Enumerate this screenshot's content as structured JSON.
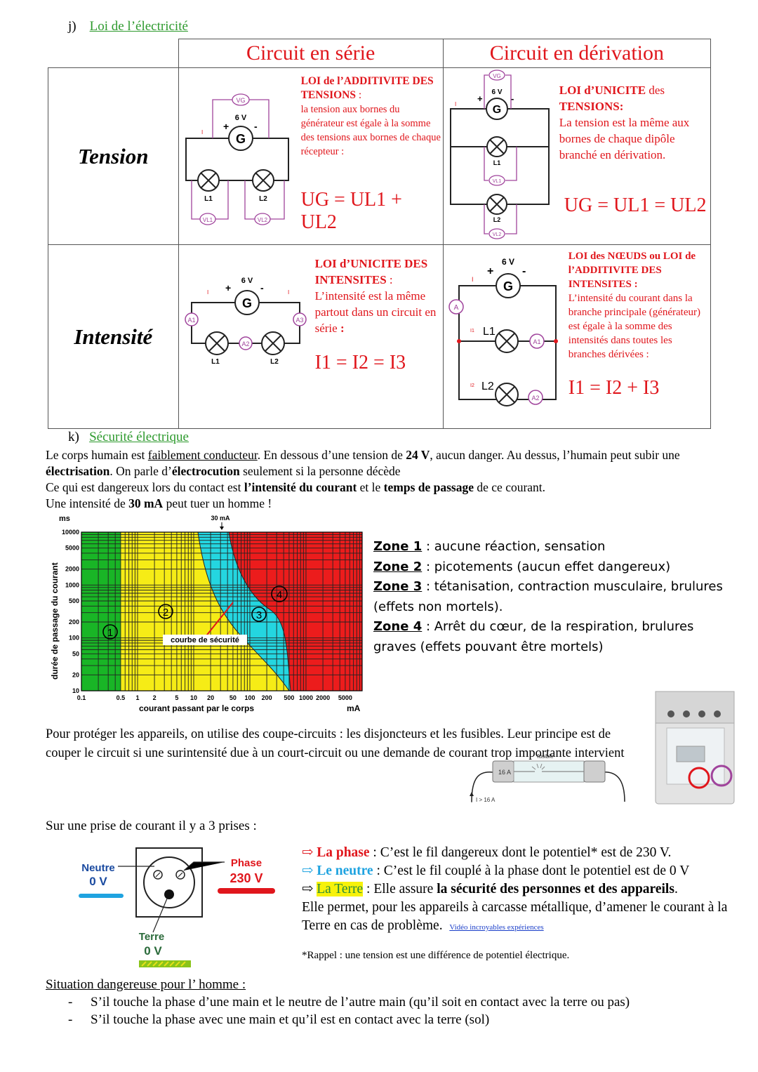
{
  "section_j": {
    "letter": "j)",
    "title": "Loi de l’électricité"
  },
  "table": {
    "col_serie": "Circuit en série",
    "col_derivation": "Circuit en dérivation",
    "row_tension": "Tension",
    "row_intensite": "Intensité",
    "tension_serie": {
      "law_title": "LOI de l’ADDITIVITE DES TENSIONS",
      "law_colon": " :",
      "law_text": "la tension aux bornes du générateur est égale à la somme des tensions aux bornes de chaque récepteur :",
      "formula": "UG = UL1 + UL2"
    },
    "tension_derivation": {
      "law_title_1": "LOI d’UNICITE",
      "law_title_2": " des",
      "law_title_3": "TENSIONS:",
      "law_text": "La tension est la même aux bornes de chaque dipôle branché en dérivation.",
      "formula": "UG = UL1 = UL2"
    },
    "intensite_serie": {
      "law_title": "LOI d’UNICITE DES INTENSITES",
      "law_colon": " :",
      "law_text": "L’intensité est la même partout dans un circuit en série",
      "law_end": " :",
      "formula": "I1 = I2 = I3"
    },
    "intensite_derivation": {
      "law_title": "LOI des NŒUDS ou LOI de l’ADDITIVITE DES INTENSITES :",
      "law_text": "L’intensité du courant dans la branche principale (générateur) est égale à la somme des intensités dans toutes les branches dérivées :",
      "formula": "I1 = I2 + I3"
    },
    "diagram_labels": {
      "voltage": "6 V",
      "gen": "G",
      "plus": "+",
      "minus": "-",
      "l1": "L1",
      "l2": "L2",
      "i": "I",
      "vg": "VG",
      "vl1": "VL1",
      "vl2": "VL2",
      "a": "A",
      "a1": "A1",
      "a2": "A2",
      "a3": "A3",
      "i1": "I1",
      "i2": "I2"
    }
  },
  "section_k": {
    "letter": "k)",
    "title": "Sécurité électrique"
  },
  "paragraph1": {
    "p1a": "Le corps humain est ",
    "p1b": "faiblement conducteur",
    "p1c": ". En dessous d’une tension de ",
    "p1d": "24 V",
    "p1e": ", aucun danger.  Au dessus, l’humain peut subir une ",
    "p1f": "électrisation",
    "p1g": ".   On parle d’",
    "p1h": "électrocution",
    "p1i": " seulement si la personne décède",
    "p2a": "Ce qui est dangereux lors du contact est ",
    "p2b": "l’intensité du courant",
    "p2c": " et le ",
    "p2d": "temps de passage",
    "p2e": " de ce courant.",
    "p3a": "Une intensité de ",
    "p3b": "30 mA",
    "p3c": " peut tuer un homme !"
  },
  "chart_data": {
    "type": "heatmap",
    "title": "",
    "xlabel": "courant passant par le corps",
    "x_unit": "mA",
    "ylabel": "durée de passage du courant",
    "y_unit": "ms",
    "x_scale": "log",
    "y_scale": "log",
    "x_ticks": [
      "0.1",
      "0.5",
      "1",
      "2",
      "5",
      "10",
      "20",
      "50",
      "100",
      "200",
      "500",
      "1000",
      "2000",
      "5000"
    ],
    "y_ticks": [
      "10000",
      "5000",
      "2000",
      "1000",
      "500",
      "200",
      "100",
      "50",
      "20",
      "10"
    ],
    "annotation_top": "30 mA",
    "curve_label": "courbe de sécurité",
    "zones": [
      {
        "name": "1",
        "color": "#19b526"
      },
      {
        "name": "2",
        "color": "#f6ec16"
      },
      {
        "name": "3",
        "color": "#24d6e0"
      },
      {
        "name": "4",
        "color": "#ec1c1c"
      }
    ]
  },
  "zones_text": [
    {
      "label": "Zone 1",
      "text": " : aucune réaction, sensation"
    },
    {
      "label": "Zone 2",
      "text": " : picotements (aucun effet dangereux)"
    },
    {
      "label": "Zone 3",
      "text": " : tétanisation, contraction musculaire, brulures (effets non mortels)."
    },
    {
      "label": "Zone 4",
      "text": " : Arrêt du cœur, de la respiration, brulures graves (effets pouvant être mortels)"
    }
  ],
  "protection": {
    "text": "Pour protéger les appareils, on utilise des coupe-circuits : les disjoncteurs et les fusibles. Leur principe est de couper le circuit si une surintensité due à un court-circuit ou une demande de courant trop importante intervient",
    "fuse_label": "fusible",
    "fuse_rating": "16 A",
    "fuse_current": "I > 16 A"
  },
  "socket": {
    "intro": "Sur une prise de courant il y a 3 prises :",
    "neutre_label": "Neutre",
    "neutre_value": "0 V",
    "phase_label": "Phase",
    "phase_value": "230 V",
    "terre_label": "Terre",
    "terre_value": "0 V",
    "arrow": "⇨",
    "phase_name": "La phase",
    "phase_desc": " : C’est le fil dangereux dont le potentiel* est de 230 V.",
    "neutre_name": "Le neutre",
    "neutre_desc": " : C’est le fil couplé à la phase dont le potentiel est de 0 V",
    "terre_name": "La Terre",
    "terre_desc_a": " : Elle  assure ",
    "terre_desc_b": "la sécurité des personnes et des appareils",
    "terre_desc_c": ".",
    "terre_more": "Elle permet, pour les appareils à carcasse métallique, d’amener le courant à la Terre en cas de problème.",
    "video_link": "Vidéo incroyables expériences",
    "reminder": "*Rappel : une tension est une différence de potentiel électrique."
  },
  "danger": {
    "title": "Situation dangereuse pour l’ homme :",
    "items": [
      "S’il touche la phase d’une main et le neutre de l’autre main  (qu’il soit en contact avec la terre ou pas)",
      "S’il touche la phase avec une main et qu’il est en contact avec la terre (sol)"
    ]
  },
  "colors": {
    "red": "#e0161c",
    "green_link": "#2e9a2e",
    "purple": "#a0449c",
    "blue_neutre": "#1fa3e0",
    "highlight": "#f7f20a"
  }
}
